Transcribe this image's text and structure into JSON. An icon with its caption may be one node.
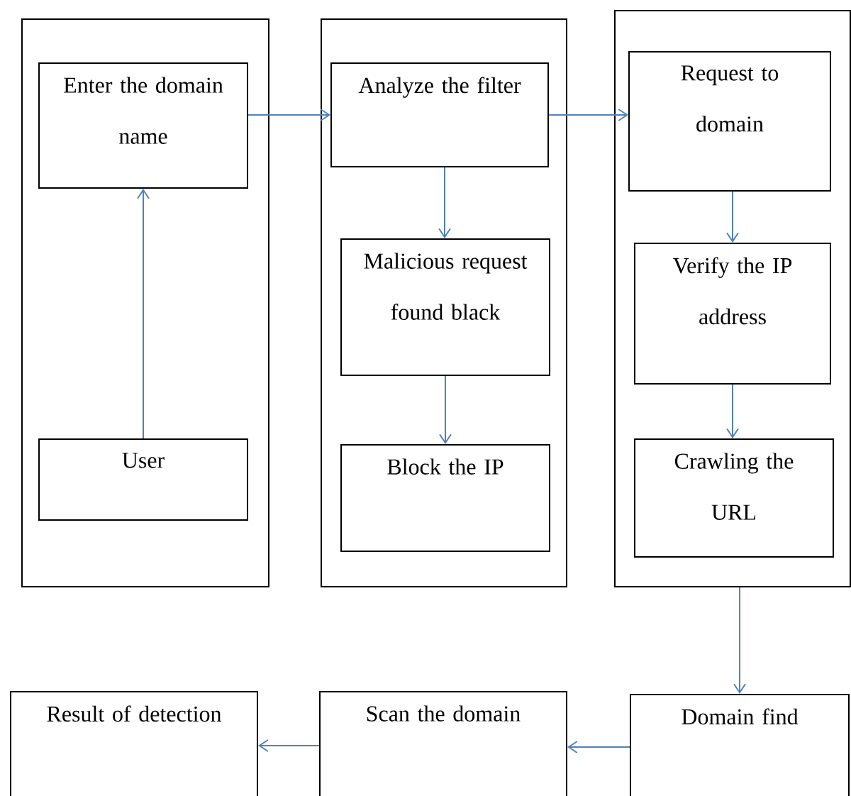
{
  "diagram": {
    "nodes": [
      {
        "text": [],
        "shape": "box"
      },
      {
        "text": [
          "Enter the domain name"
        ],
        "in": 0
      },
      {
        "text": [
          "User"
        ],
        "in": 0
      },
      {
        "text": [],
        "shape": "box"
      },
      {
        "text": [
          "Analyze the filter"
        ],
        "in": 3
      },
      {
        "text": [
          "Malicious request found black"
        ],
        "in": 3
      },
      {
        "text": [
          "Block the IP"
        ],
        "in": 3
      },
      {
        "text": [],
        "shape": "box"
      },
      {
        "text": [
          "Request to domain"
        ],
        "in": 7
      },
      {
        "text": [
          "Verify the IP address"
        ],
        "in": 7
      },
      {
        "text": [
          "Crawling the URL"
        ],
        "in": 7
      },
      {
        "text": [
          "Result of detection"
        ]
      },
      {
        "text": [
          "Scan the domain"
        ]
      },
      {
        "text": [
          "Domain find"
        ]
      }
    ],
    "edges": [
      {
        "from": 2,
        "to": 1,
        "arrow": "to"
      },
      {
        "from": 1,
        "to": 4,
        "arrow": "to"
      },
      {
        "from": 4,
        "to": 8,
        "arrow": "to"
      },
      {
        "from": 4,
        "to": 5,
        "arrow": "to"
      },
      {
        "from": 5,
        "to": 6,
        "arrow": "to"
      },
      {
        "from": 8,
        "to": 9,
        "arrow": "to"
      },
      {
        "from": 9,
        "to": 10,
        "arrow": "to"
      },
      {
        "from": 7,
        "to": 13,
        "arrow": "to"
      },
      {
        "from": 13,
        "to": 12,
        "arrow": "to"
      },
      {
        "from": 12,
        "to": 11,
        "arrow": "to"
      }
    ]
  }
}
